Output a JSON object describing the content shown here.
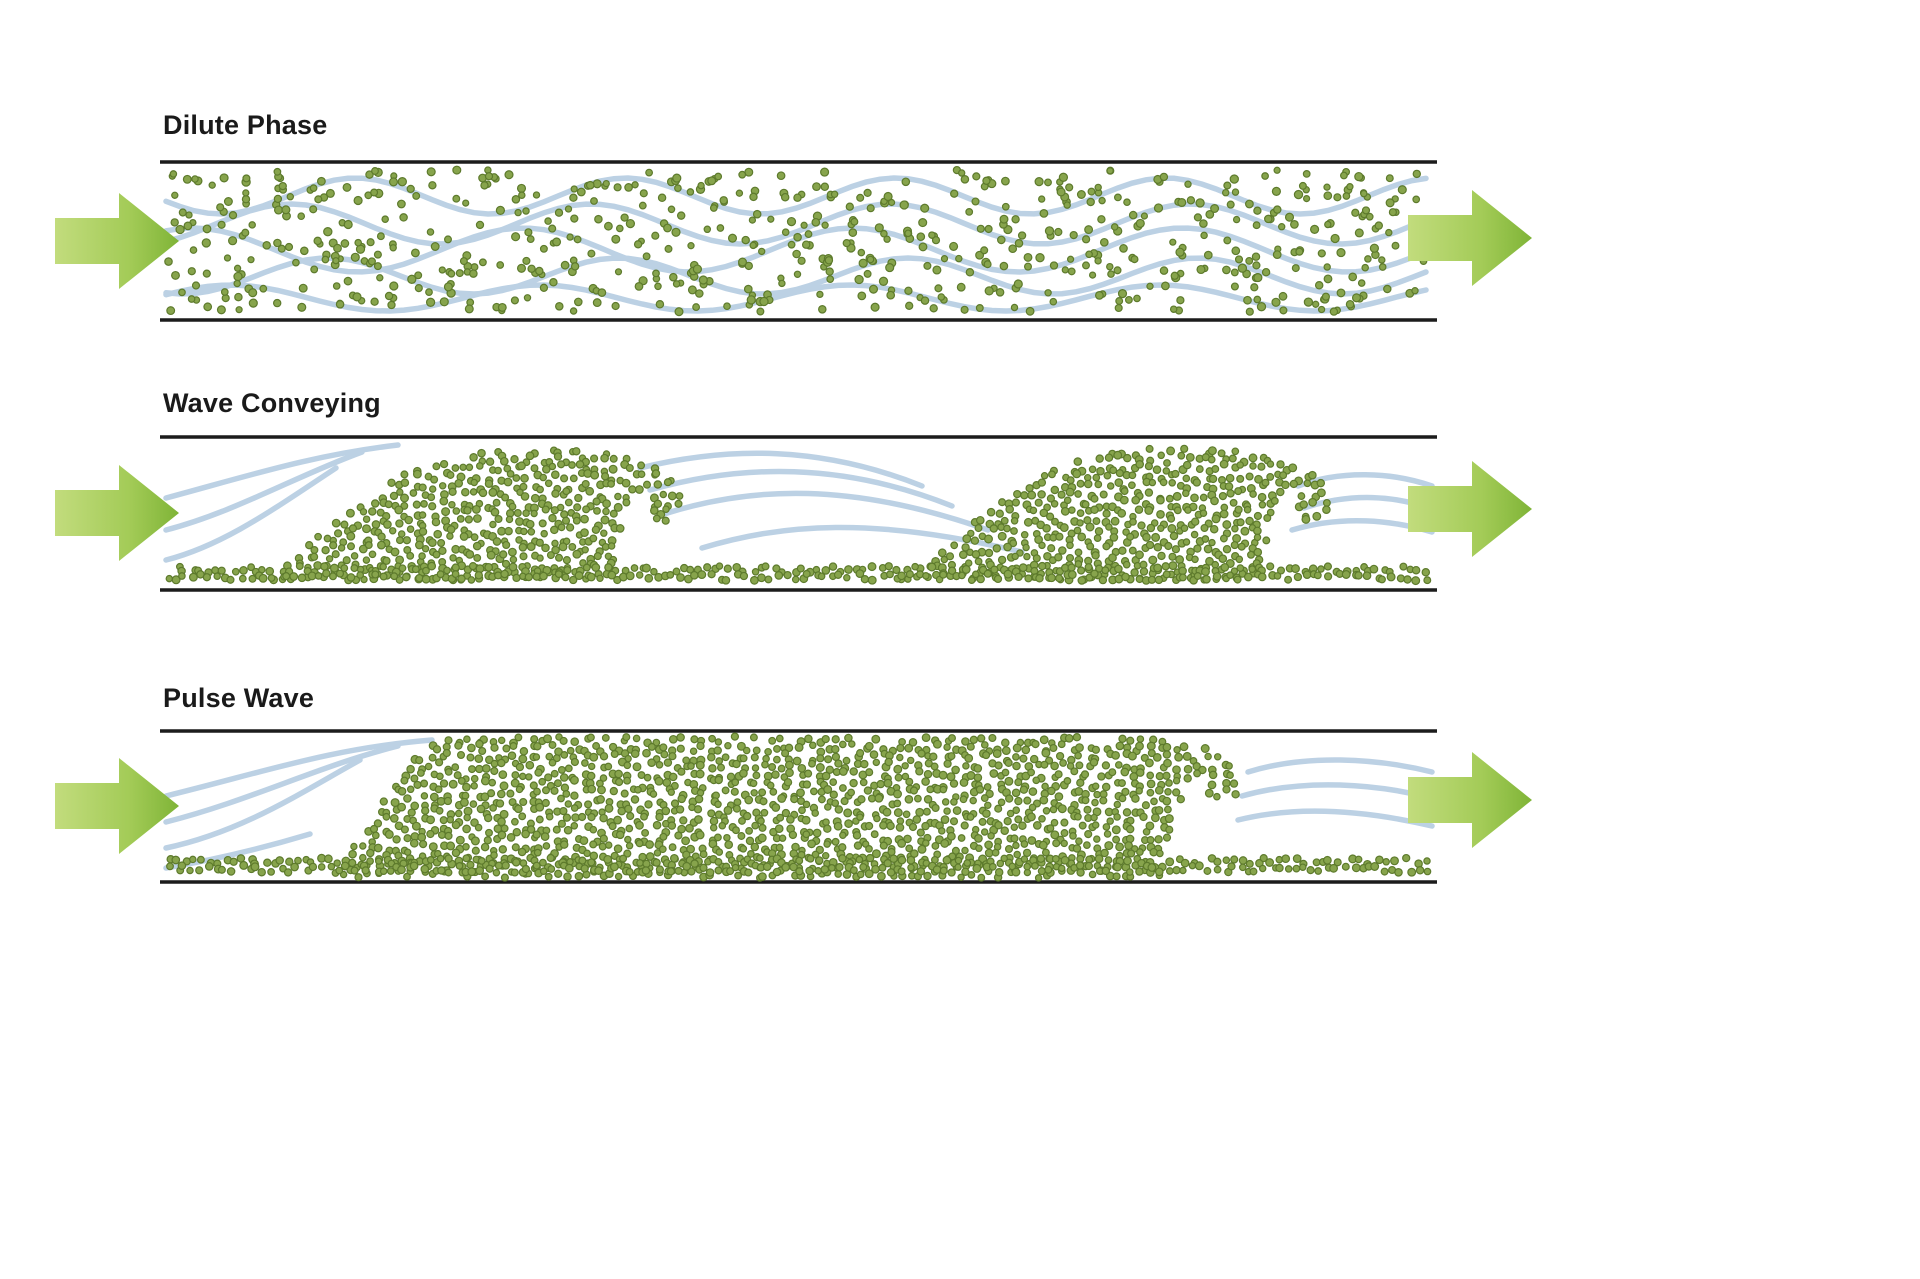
{
  "diagram": {
    "type": "pneumatic-conveying-modes",
    "flow_direction": "left-to-right",
    "panels": [
      {
        "label": "Dilute Phase"
      },
      {
        "label": "Wave Conveying"
      },
      {
        "label": "Pulse Wave"
      }
    ],
    "colors": {
      "background": "#ffffff",
      "pipe_line": "#1c1c1c",
      "particle_fill": "#87a44c",
      "particle_stroke": "#5d7a2c",
      "airflow_line": "#b9cfe3",
      "arrow_light": "#c2dc7d",
      "arrow_dark": "#7fb437",
      "label_text": "#1a1a1a"
    }
  }
}
